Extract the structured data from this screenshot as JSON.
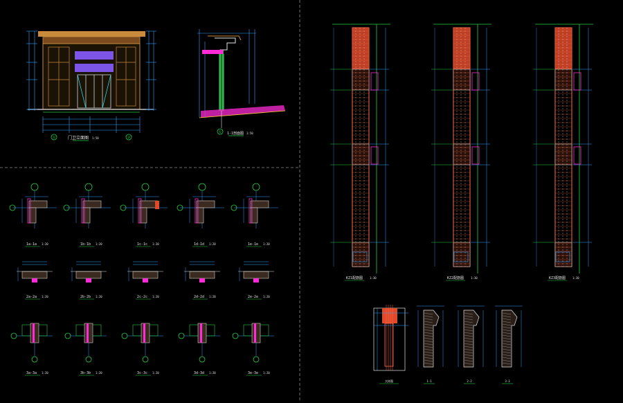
{
  "colors": {
    "background": "#000000",
    "grid_dash": "#8a8a8a",
    "dimension": "#33a3ff",
    "structure": "#e5e5e5",
    "column_fill": "#e04a2a",
    "column_edge": "#ff6a4a",
    "hatch": "#d8d0c8",
    "green": "#22d142",
    "magenta": "#ff2bd6",
    "yellow": "#ffd12e",
    "purple": "#7c55e6",
    "tan": "#c98a3c",
    "cyan": "#27d9e6"
  },
  "front_elevation": {
    "title": "门卫立面图",
    "scale": "1:50",
    "axes": [
      "①",
      "③"
    ]
  },
  "section_view": {
    "title": "1-1剖面图",
    "scale": "1:50",
    "axis": "①"
  },
  "node_details": {
    "row1": [
      "1a-1a",
      "1b-1b",
      "1c-1c",
      "1d-1d",
      "1e-1e"
    ],
    "row2": [
      "2a-2a",
      "2b-2b",
      "2c-2c",
      "2d-2d",
      "2e-2e"
    ],
    "row3": [
      "3a-3a",
      "3b-3b",
      "3c-3c",
      "3d-3d",
      "3e-3e"
    ],
    "scale": "1:20"
  },
  "column_sections": {
    "titles": [
      "KZ1配筋图",
      "KZ2配筋图",
      "KZ3配筋图"
    ],
    "scale": "1:30"
  },
  "bottom_details": {
    "main": "大样图",
    "small": [
      "1-1",
      "2-2",
      "3-3"
    ]
  }
}
